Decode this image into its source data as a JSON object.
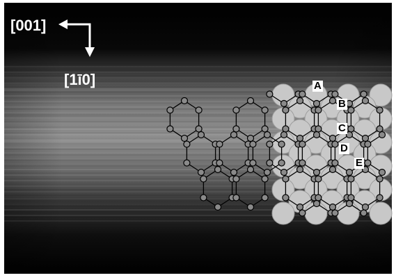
{
  "figure": {
    "direction_x": "[001]",
    "direction_y": "[1ī0]",
    "site_labels": [
      "A",
      "B",
      "C",
      "D",
      "E"
    ]
  }
}
